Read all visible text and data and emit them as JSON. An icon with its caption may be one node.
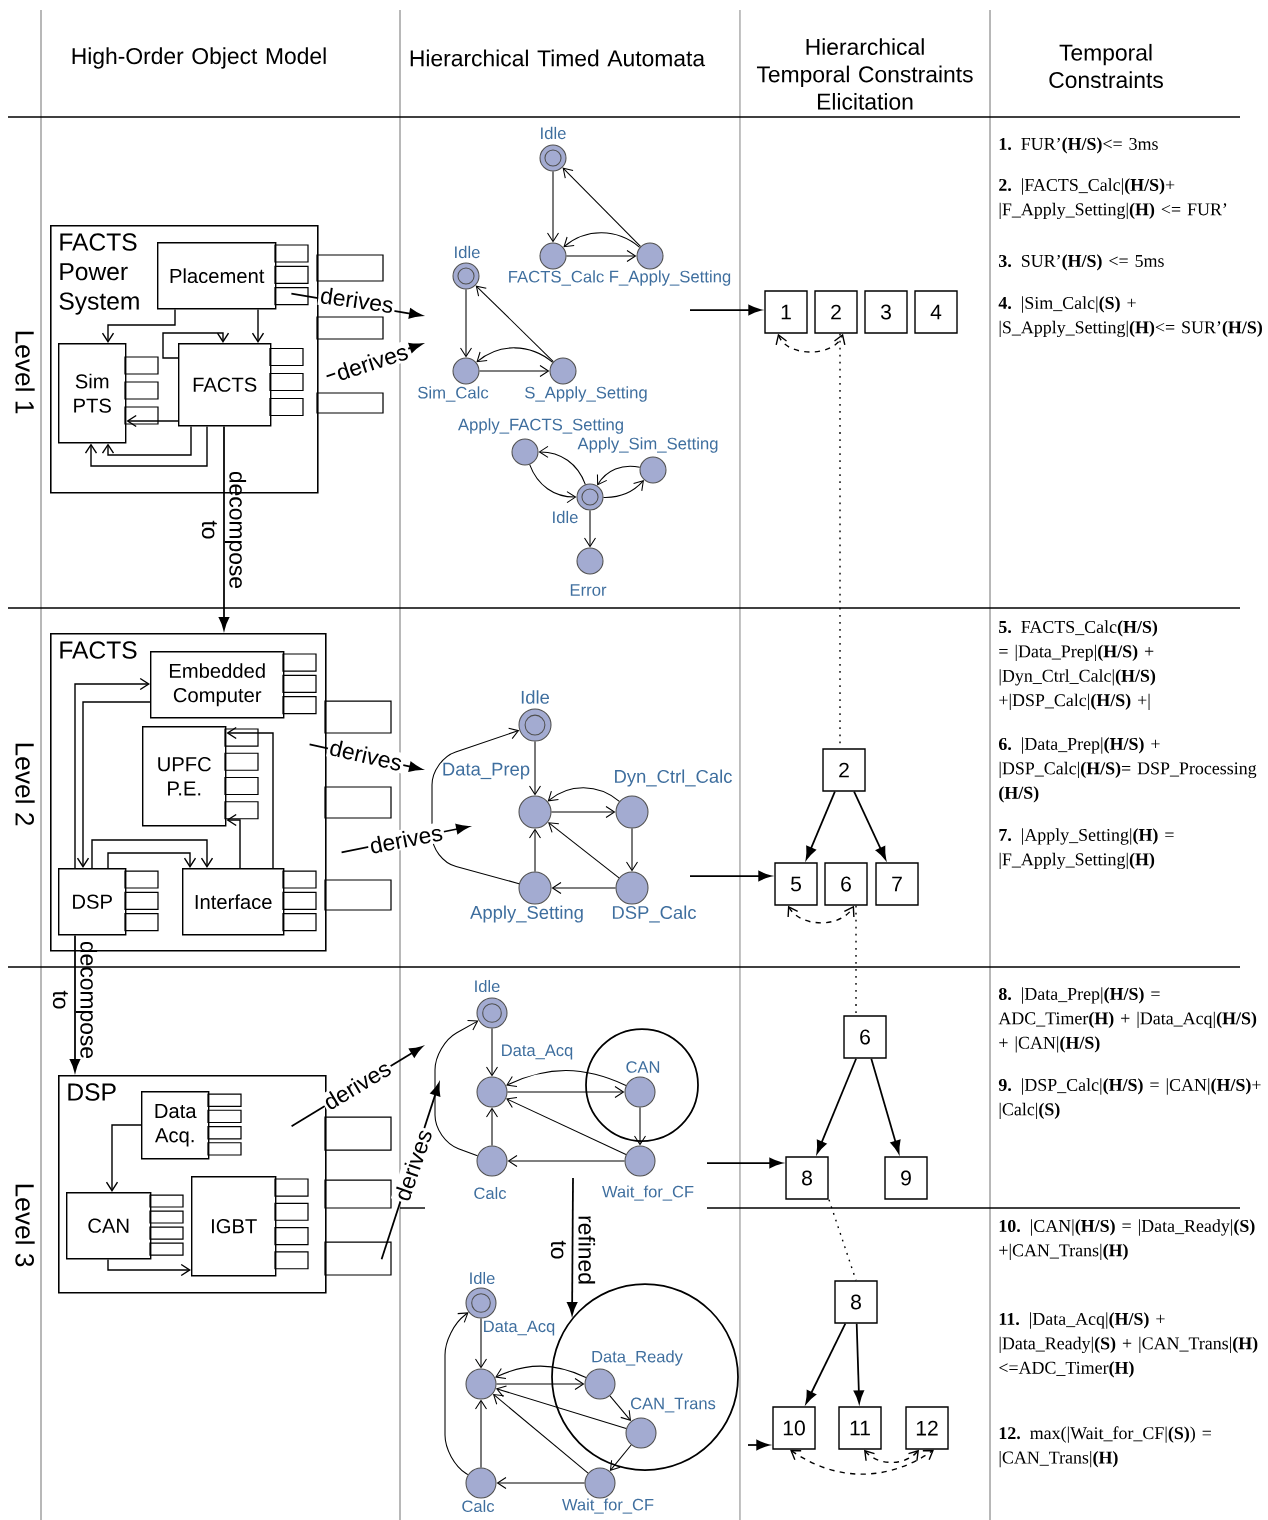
{
  "diagram": {
    "nodes": [
      {
        "text": [
          "FACTS Power System"
        ]
      },
      {
        "text": [
          "Placement"
        ],
        "in": 0
      },
      {
        "text": [
          "Sim PTS"
        ],
        "in": 0
      },
      {
        "text": [
          "FACTS"
        ],
        "in": 0
      },
      {
        "text": [
          "Idle"
        ]
      },
      {
        "text": [
          "FACTS_Calc"
        ]
      },
      {
        "text": [
          "F_Apply_Setting"
        ]
      },
      {
        "text": [
          "Idle"
        ]
      },
      {
        "text": [
          "Sim_Calc"
        ]
      },
      {
        "text": [
          "S_Apply_Setting"
        ]
      },
      {
        "text": [
          "Apply_FACTS_Setting"
        ]
      },
      {
        "text": [
          "Apply_Sim_Setting"
        ]
      },
      {
        "text": [
          "Idle"
        ]
      },
      {
        "text": [
          "Error"
        ]
      },
      {
        "text": [
          "1"
        ]
      },
      {
        "text": [
          "2"
        ]
      },
      {
        "text": [
          "3"
        ]
      },
      {
        "text": [
          "4"
        ]
      },
      {
        "text": [
          "FACTS"
        ]
      },
      {
        "text": [
          "Embedded Computer"
        ],
        "in": 18
      },
      {
        "text": [
          "UPFC P.E."
        ],
        "in": 18
      },
      {
        "text": [
          "DSP"
        ],
        "in": 18
      },
      {
        "text": [
          "Interface"
        ],
        "in": 18
      },
      {
        "text": [
          "Idle"
        ]
      },
      {
        "text": [
          "Data_Prep"
        ]
      },
      {
        "text": [
          "Dyn_Ctrl_Calc"
        ]
      },
      {
        "text": [
          "Apply_Setting"
        ]
      },
      {
        "text": [
          "DSP_Calc"
        ]
      },
      {
        "text": [
          "2"
        ]
      },
      {
        "text": [
          "5"
        ]
      },
      {
        "text": [
          "6"
        ]
      },
      {
        "text": [
          "7"
        ]
      },
      {
        "text": [
          "DSP"
        ]
      },
      {
        "text": [
          "Data Acq."
        ],
        "in": 32
      },
      {
        "text": [
          "CAN"
        ],
        "in": 32
      },
      {
        "text": [
          "IGBT"
        ],
        "in": 32
      },
      {
        "text": [
          "Idle"
        ]
      },
      {
        "text": [
          "Data_Acq"
        ]
      },
      {
        "text": [],
        "shape": "circle"
      },
      {
        "text": [
          "CAN"
        ],
        "in": 38
      },
      {
        "text": [
          "Calc"
        ]
      },
      {
        "text": [
          "Wait_for_CF"
        ]
      },
      {
        "text": [
          "6"
        ]
      },
      {
        "text": [
          "8"
        ]
      },
      {
        "text": [
          "9"
        ]
      },
      {
        "text": [
          "Idle"
        ]
      },
      {
        "text": [
          "Data_Acq"
        ]
      },
      {
        "text": [],
        "shape": "circle"
      },
      {
        "text": [
          "Data_Ready"
        ],
        "in": 47
      },
      {
        "text": [
          "CAN_Trans"
        ],
        "in": 47
      },
      {
        "text": [
          "Calc"
        ]
      },
      {
        "text": [
          "Wait_for_CF"
        ]
      },
      {
        "text": [
          "8"
        ]
      },
      {
        "text": [
          "10"
        ]
      },
      {
        "text": [
          "11"
        ]
      },
      {
        "text": [
          "12"
        ]
      }
    ],
    "edges": [
      {
        "from": 1,
        "to": 2,
        "arrow": "to"
      },
      {
        "from": 1,
        "to": 3,
        "arrow": "to"
      },
      {
        "from": 3,
        "to": 3,
        "arrow": "to"
      },
      {
        "from": 3,
        "to": 2,
        "arrow": "to"
      },
      {
        "from": 3,
        "to": 2,
        "arrow": "to"
      },
      {
        "from": 3,
        "to": 2,
        "arrow": "to"
      },
      {
        "from": 3,
        "to": 18,
        "arrow": "to",
        "label": "decompose to"
      },
      {
        "from": 1,
        "to": null,
        "arrow": "to",
        "label": "derives"
      },
      {
        "from": 0,
        "to": null,
        "arrow": "to",
        "label": "derives"
      },
      {
        "from": null,
        "to": 14,
        "arrow": "to"
      },
      {
        "from": 14,
        "to": 15,
        "arrow": "both",
        "style": "dashed"
      },
      {
        "from": 15,
        "to": 28,
        "arrow": "none",
        "style": "dashed"
      },
      {
        "from": 4,
        "to": 5,
        "arrow": "to"
      },
      {
        "from": 5,
        "to": 6,
        "arrow": "to"
      },
      {
        "from": 6,
        "to": 5,
        "arrow": "to"
      },
      {
        "from": 6,
        "to": 4,
        "arrow": "to"
      },
      {
        "from": 7,
        "to": 8,
        "arrow": "to"
      },
      {
        "from": 8,
        "to": 9,
        "arrow": "to"
      },
      {
        "from": 9,
        "to": 8,
        "arrow": "to"
      },
      {
        "from": 9,
        "to": 7,
        "arrow": "to"
      },
      {
        "from": 12,
        "to": 10,
        "arrow": "to"
      },
      {
        "from": 10,
        "to": 12,
        "arrow": "to"
      },
      {
        "from": 12,
        "to": 11,
        "arrow": "to"
      },
      {
        "from": 11,
        "to": 12,
        "arrow": "to"
      },
      {
        "from": 12,
        "to": 13,
        "arrow": "to"
      },
      {
        "from": 21,
        "to": 19,
        "arrow": "to"
      },
      {
        "from": 19,
        "to": 21,
        "arrow": "to"
      },
      {
        "from": 22,
        "to": 20,
        "arrow": "to"
      },
      {
        "from": 22,
        "to": 20,
        "arrow": "to"
      },
      {
        "from": 21,
        "to": 22,
        "arrow": "to"
      },
      {
        "from": 21,
        "to": 22,
        "arrow": "to"
      },
      {
        "from": 21,
        "to": 32,
        "arrow": "to",
        "label": "decompose to"
      },
      {
        "from": 18,
        "to": null,
        "arrow": "to",
        "label": "derives"
      },
      {
        "from": 18,
        "to": null,
        "arrow": "to",
        "label": "derives"
      },
      {
        "from": 23,
        "to": 24,
        "arrow": "to"
      },
      {
        "from": 24,
        "to": 25,
        "arrow": "to"
      },
      {
        "from": 25,
        "to": 24,
        "arrow": "to"
      },
      {
        "from": 25,
        "to": 27,
        "arrow": "to"
      },
      {
        "from": 27,
        "to": 24,
        "arrow": "to"
      },
      {
        "from": 27,
        "to": 26,
        "arrow": "to"
      },
      {
        "from": 26,
        "to": 24,
        "arrow": "to"
      },
      {
        "from": 26,
        "to": 23,
        "arrow": "to"
      },
      {
        "from": null,
        "to": 29,
        "arrow": "to"
      },
      {
        "from": 28,
        "to": 29,
        "arrow": "to"
      },
      {
        "from": 28,
        "to": 31,
        "arrow": "to"
      },
      {
        "from": 29,
        "to": 30,
        "arrow": "both",
        "style": "dashed"
      },
      {
        "from": 30,
        "to": 42,
        "arrow": "none",
        "style": "dashed"
      },
      {
        "from": 33,
        "to": 34,
        "arrow": "to"
      },
      {
        "from": 34,
        "to": 35,
        "arrow": "to"
      },
      {
        "from": 32,
        "to": null,
        "arrow": "to",
        "label": "derives"
      },
      {
        "from": 32,
        "to": null,
        "arrow": "to",
        "label": "derives"
      },
      {
        "from": 36,
        "to": 37,
        "arrow": "to"
      },
      {
        "from": 37,
        "to": 39,
        "arrow": "to"
      },
      {
        "from": 39,
        "to": 37,
        "arrow": "to"
      },
      {
        "from": 39,
        "to": 41,
        "arrow": "to"
      },
      {
        "from": 41,
        "to": 37,
        "arrow": "to"
      },
      {
        "from": 41,
        "to": 40,
        "arrow": "to"
      },
      {
        "from": 40,
        "to": 37,
        "arrow": "to"
      },
      {
        "from": 40,
        "to": 36,
        "arrow": "to"
      },
      {
        "from": null,
        "to": 43,
        "arrow": "to"
      },
      {
        "from": 42,
        "to": 43,
        "arrow": "to"
      },
      {
        "from": 42,
        "to": 44,
        "arrow": "to"
      },
      {
        "from": null,
        "to": 47,
        "arrow": "to",
        "label": "refined to"
      },
      {
        "from": 43,
        "to": 52,
        "arrow": "none",
        "style": "dashed"
      },
      {
        "from": 45,
        "to": 46,
        "arrow": "to"
      },
      {
        "from": 46,
        "to": 48,
        "arrow": "to"
      },
      {
        "from": 48,
        "to": 46,
        "arrow": "to"
      },
      {
        "from": 48,
        "to": 49,
        "arrow": "to"
      },
      {
        "from": 49,
        "to": 46,
        "arrow": "to"
      },
      {
        "from": 49,
        "to": 51,
        "arrow": "to"
      },
      {
        "from": 51,
        "to": 46,
        "arrow": "to"
      },
      {
        "from": 51,
        "to": 50,
        "arrow": "to"
      },
      {
        "from": 50,
        "to": 46,
        "arrow": "to"
      },
      {
        "from": 50,
        "to": 45,
        "arrow": "to"
      },
      {
        "from": null,
        "to": 53,
        "arrow": "to"
      },
      {
        "from": 52,
        "to": 53,
        "arrow": "to"
      },
      {
        "from": 52,
        "to": 54,
        "arrow": "to"
      },
      {
        "from": 53,
        "to": 55,
        "arrow": "both",
        "style": "dashed"
      },
      {
        "from": 54,
        "to": 55,
        "arrow": "both",
        "style": "dashed"
      }
    ],
    "labels": [
      "High-Order Object Model",
      "Hierarchical Timed Automata",
      "Hierarchical Temporal Constraints Elicitation",
      "Temporal Constraints",
      "Level 1",
      "**1.** FUR’**(H/S)**<= 3ms",
      "**2.** |FACTS_Calc|**(H/S)**+ |F_Apply_Setting|**(H)** <= FUR’",
      "**3.** SUR’**(H/S)** <= 5ms",
      "**4.** |Sim_Calc|**(S)** + |S_Apply_Setting|**(H)**<= SUR’**(H/S)**",
      "Level 2",
      "**5.** FACTS_Calc**(H/S)** = |Data_Prep|**(H/S)** + |Dyn_Ctrl_Calc|**(H/S)** +|DSP_Calc|**(H/S)** +|",
      "**6.** |Data_Prep|**(H/S)** + |DSP_Calc|**(H/S)**= DSP_Processing **(H/S)**",
      "**7.** |Apply_Setting|**(H)** = |F_Apply_Setting|**(H)**",
      "Level 3",
      "**8.** |Data_Prep|**(H/S)** = ADC_Timer**(H)** + |Data_Acq|**(H/S)** + |CAN|**(H/S)**",
      "**9.** |DSP_Calc|**(H/S)** = |CAN|**(H/S)**+ |Calc|**(S)**",
      "**10.** |CAN|**(H/S)** = |Data_Ready|**(S)** +|CAN_Trans|**(H)**",
      "**11.** |Data_Acq|**(H/S)** + |Data_Ready|**(S)** + |CAN_Trans|**(H)** <=ADC_Timer**(H)**",
      "**12.** max(|Wait_for_CF|**(S)**) = |CAN_Trans|**(H)**"
    ]
  }
}
